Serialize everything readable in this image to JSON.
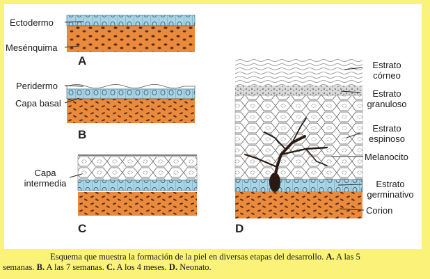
{
  "labels": {
    "A": {
      "ectodermo": "Ectodermo",
      "mesenquima": "Mesénquima",
      "letter": "A"
    },
    "B": {
      "peridermo": "Peridermo",
      "capa_basal": "Capa basal",
      "letter": "B"
    },
    "C": {
      "capa_intermedia_1": "Capa",
      "capa_intermedia_2": "intermedia",
      "letter": "C"
    },
    "D": {
      "estrato_corneo_1": "Estrato",
      "estrato_corneo_2": "córneo",
      "estrato_granuloso_1": "Estrato",
      "estrato_granuloso_2": "granuloso",
      "estrato_espinoso_1": "Estrato",
      "estrato_espinoso_2": "espinoso",
      "melanocito": "Melanocito",
      "estrato_germinativo_1": "Estrato",
      "estrato_germinativo_2": "germinativo",
      "corion": "Corion",
      "letter": "D"
    }
  },
  "caption": {
    "line1_a": "Esquema que muestra la formación de la piel en diversas etapas del desarrollo. ",
    "line1_b": "A.",
    "line1_c": " A las 5",
    "line2_a": "semanas. ",
    "line2_b": "B.",
    "line2_c": " A las 7 semanas. ",
    "line2_d": "C.",
    "line2_e": " A los 4 meses. ",
    "line2_f": "D.",
    "line2_g": " Neonato."
  },
  "colors": {
    "yellow_border": "#fbf27a",
    "ectoderm_blue": "#a9d4e6",
    "mesenchyme_orange": "#e98a3c",
    "nucleus_dark": "#5a2a12"
  }
}
